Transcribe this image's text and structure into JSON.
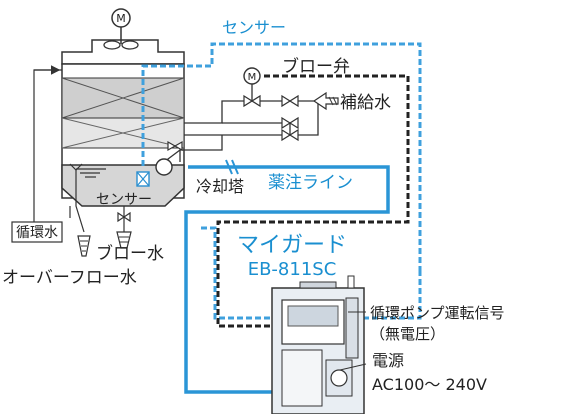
{
  "colors": {
    "line": "#333333",
    "sensor_line": "#3fa0dd",
    "chem_line": "#2a95d6",
    "signal_line": "#222222",
    "basin_fill": "#d6d6d6",
    "fill_fill": "#cfcfcf",
    "title_blue": "#1a8fd0",
    "device_fill": "#e9eef3"
  },
  "labels": {
    "motor_top": "M",
    "motor_valve": "M",
    "sensor_top": "センサー",
    "blow_valve": "ブロー弁",
    "makeup_water": "補給水",
    "cooling_tower": "冷却塔",
    "chemical_line": "薬注ライン",
    "sensor_basin": "センサー",
    "circulating_water": "循環水",
    "blow_water": "ブロー水",
    "overflow_water": "オーバーフロー水",
    "product_name": "マイガード",
    "product_model": "EB-811SC",
    "pump_signal": "循環ポンプ運転信号",
    "pump_signal_note": "（無電圧）",
    "power": "電源",
    "power_spec": "AC100〜 240V"
  },
  "icons": {
    "motor": "motor-icon",
    "valve": "valve-icon",
    "check_valve": "check-valve-icon",
    "sensor": "sensor-icon",
    "fan": "fan-icon",
    "faucet": "makeup-water-arrow-icon"
  }
}
